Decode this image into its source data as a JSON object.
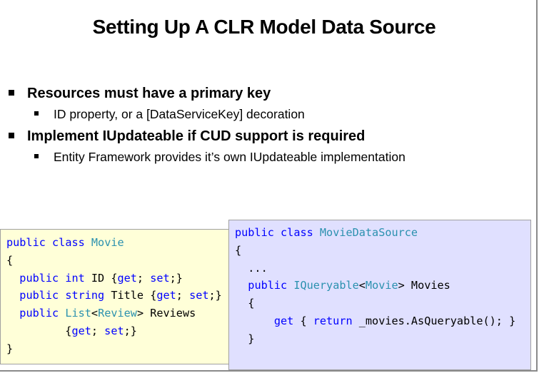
{
  "slide": {
    "title": "Setting Up A CLR Model Data Source",
    "bullets": [
      {
        "text": "Resources must have a primary key",
        "sub": [
          "ID property, or a [DataServiceKey] decoration"
        ]
      },
      {
        "text": "Implement IUpdateable if CUD support is required",
        "sub": [
          "Entity Framework provides it’s own IUpdateable implementation"
        ]
      }
    ]
  },
  "code_left": {
    "lines": [
      [
        [
          "kw",
          "public"
        ],
        [
          "t",
          " "
        ],
        [
          "kw",
          "class"
        ],
        [
          "t",
          " "
        ],
        [
          "ty",
          "Movie"
        ]
      ],
      [
        [
          "t",
          "{"
        ]
      ],
      [
        [
          "t",
          "  "
        ],
        [
          "kw",
          "public"
        ],
        [
          "t",
          " "
        ],
        [
          "kw",
          "int"
        ],
        [
          "t",
          " ID {"
        ],
        [
          "kw",
          "get"
        ],
        [
          "t",
          "; "
        ],
        [
          "kw",
          "set"
        ],
        [
          "t",
          ";}"
        ]
      ],
      [
        [
          "t",
          "  "
        ],
        [
          "kw",
          "public"
        ],
        [
          "t",
          " "
        ],
        [
          "kw",
          "string"
        ],
        [
          "t",
          " Title {"
        ],
        [
          "kw",
          "get"
        ],
        [
          "t",
          "; "
        ],
        [
          "kw",
          "set"
        ],
        [
          "t",
          ";}"
        ]
      ],
      [
        [
          "t",
          "  "
        ],
        [
          "kw",
          "public"
        ],
        [
          "t",
          " "
        ],
        [
          "ty",
          "List"
        ],
        [
          "t",
          "<"
        ],
        [
          "ty",
          "Review"
        ],
        [
          "t",
          "> Reviews"
        ]
      ],
      [
        [
          "t",
          "         {"
        ],
        [
          "kw",
          "get"
        ],
        [
          "t",
          "; "
        ],
        [
          "kw",
          "set"
        ],
        [
          "t",
          ";}"
        ]
      ],
      [
        [
          "t",
          "}"
        ]
      ]
    ]
  },
  "code_right": {
    "lines": [
      [
        [
          "kw",
          "public"
        ],
        [
          "t",
          " "
        ],
        [
          "kw",
          "class"
        ],
        [
          "t",
          " "
        ],
        [
          "ty",
          "MovieDataSource"
        ]
      ],
      [
        [
          "t",
          "{"
        ]
      ],
      [
        [
          "t",
          "  ..."
        ]
      ],
      [
        [
          "t",
          "  "
        ],
        [
          "kw",
          "public"
        ],
        [
          "t",
          " "
        ],
        [
          "ty",
          "IQueryable"
        ],
        [
          "t",
          "<"
        ],
        [
          "ty",
          "Movie"
        ],
        [
          "t",
          "> Movies"
        ]
      ],
      [
        [
          "t",
          "  {"
        ]
      ],
      [
        [
          "t",
          "      "
        ],
        [
          "kw",
          "get"
        ],
        [
          "t",
          " { "
        ],
        [
          "kw",
          "return"
        ],
        [
          "t",
          " _movies.AsQueryable(); }"
        ]
      ],
      [
        [
          "t",
          "  }"
        ]
      ]
    ]
  },
  "colors": {
    "keyword": "#0000ff",
    "type": "#2b91af",
    "left_box_bg": "#ffffd8",
    "right_box_bg": "#e0e0ff"
  }
}
